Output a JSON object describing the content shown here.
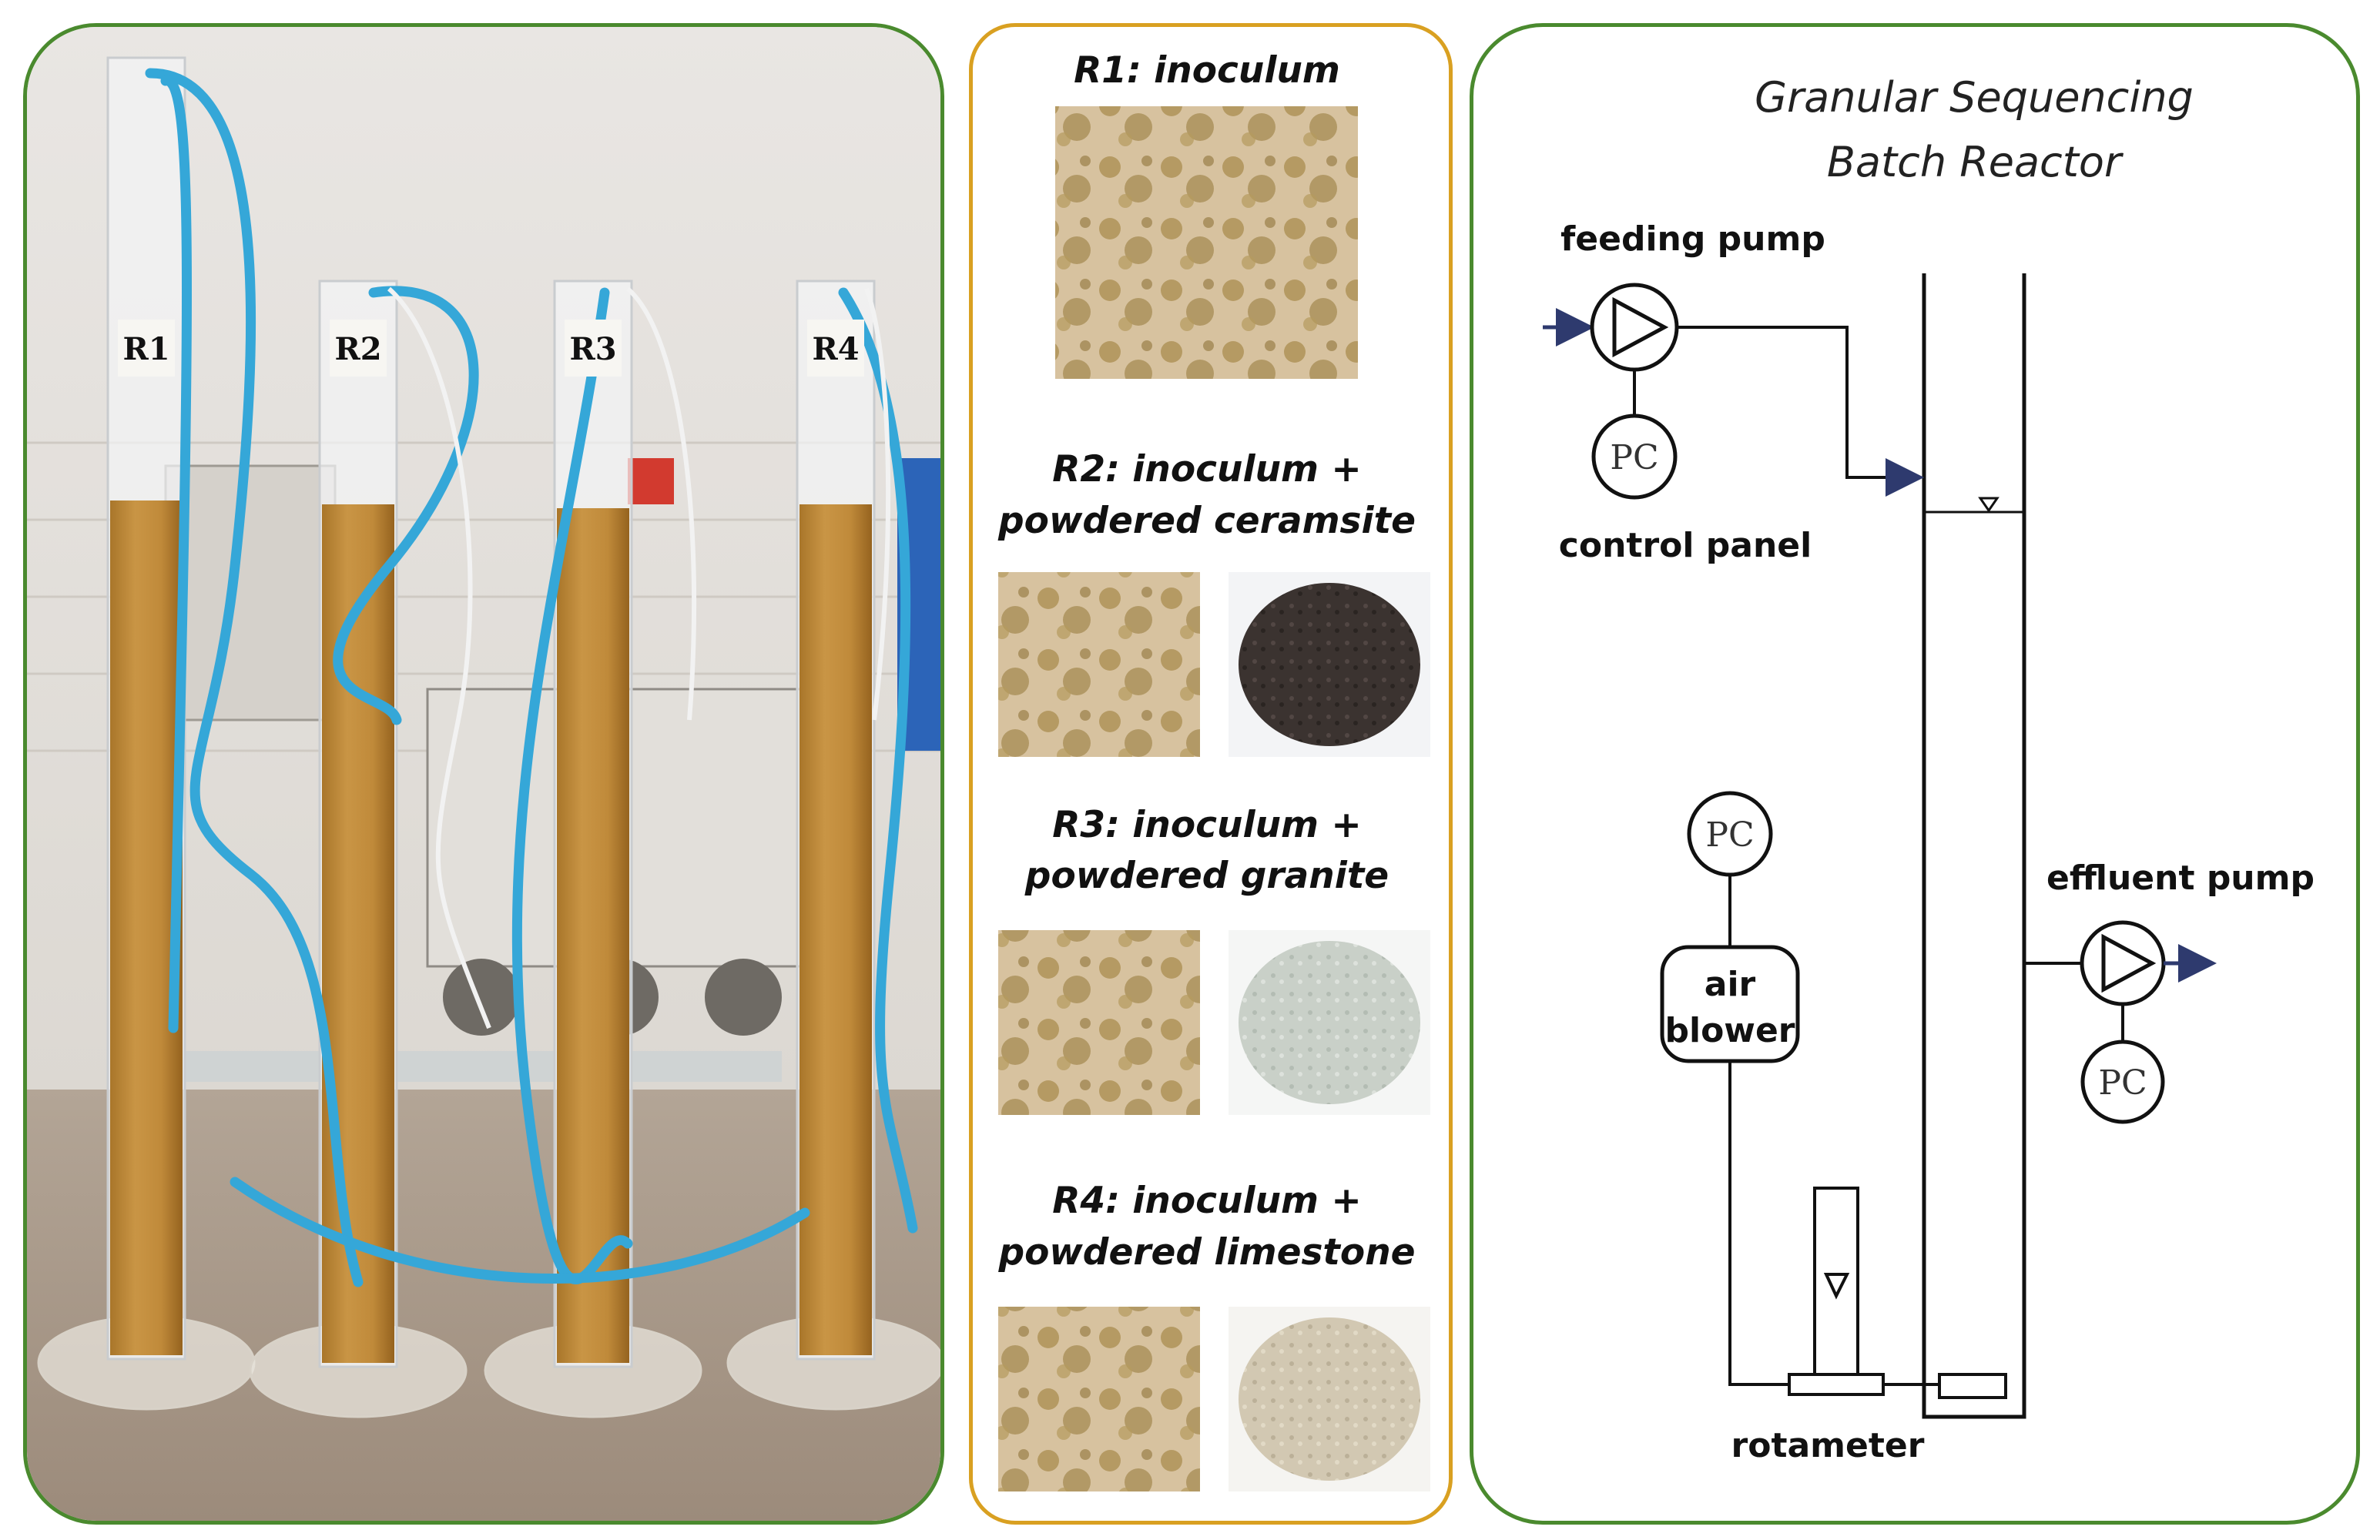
{
  "photo": {
    "reactor_labels": [
      "R1",
      "R2",
      "R3",
      "R4"
    ]
  },
  "samples": {
    "captions": [
      [
        "R1: inoculum"
      ],
      [
        "R2: inoculum +",
        "powdered ceramsite"
      ],
      [
        "R3: inoculum +",
        "powdered granite"
      ],
      [
        "R4: inoculum +",
        "powdered limestone"
      ]
    ],
    "colors": {
      "inoculum": "#cdb48e",
      "ceramsite": "#3b3330",
      "granite": "#c9d0c8",
      "limestone": "#cdc4ae"
    }
  },
  "schematic": {
    "title_line1": "Granular Sequencing",
    "title_line2": "Batch Reactor",
    "feeding_pump": "feeding pump",
    "control_panel": "control panel",
    "pc": "PC",
    "air_blower_line1": "air",
    "air_blower_line2": "blower",
    "effluent_pump": "effluent pump",
    "rotameter": "rotameter"
  },
  "colors": {
    "green_border": "#4a8a2e",
    "gold_border": "#d9a021",
    "arrow": "#2e3a6e"
  }
}
